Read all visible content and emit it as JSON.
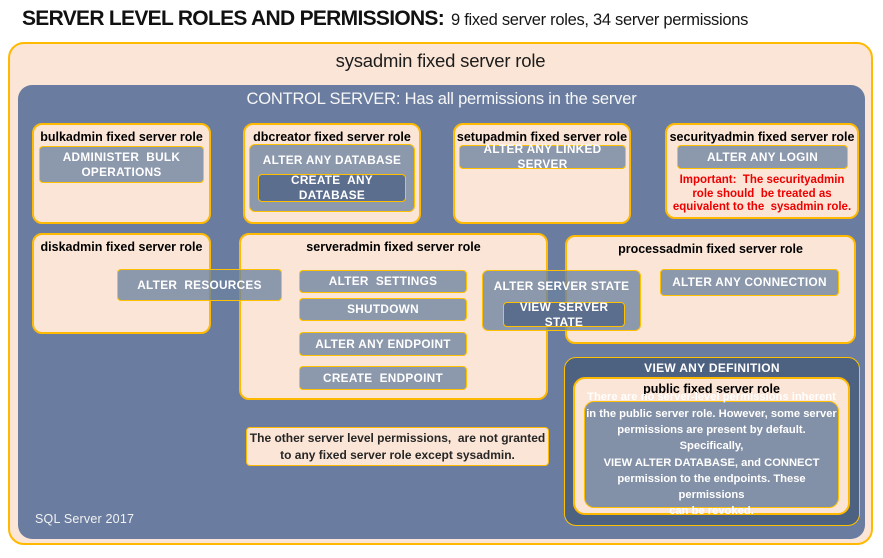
{
  "header": {
    "title": "SERVER LEVEL ROLES AND PERMISSIONS:",
    "subtitle": "9 fixed server roles, 34 server permissions"
  },
  "sysadmin": {
    "title": "sysadmin fixed server  role"
  },
  "control_server": {
    "title": "CONTROL SERVER: Has all permissions in the server",
    "footer": "SQL Server  2017"
  },
  "roles": {
    "bulkadmin": {
      "title": "bulkadmin  fixed server role",
      "perm_administer_bulk": "ADMINISTER  BULK\nOPERATIONS"
    },
    "dbcreator": {
      "title": "dbcreator fixed server role",
      "perm_alter_any_database": "ALTER ANY DATABASE",
      "perm_create_any_database": "CREATE  ANY DATABASE"
    },
    "setupadmin": {
      "title": "setupadmin fixed server role",
      "perm_alter_any_linked_server": "ALTER ANY LINKED SERVER"
    },
    "securityadmin": {
      "title": "securityadmin  fixed server role",
      "perm_alter_any_login": "ALTER ANY LOGIN",
      "warning": "Important:  The securityadmin\nrole should  be treated as\nequivalent to the  sysadmin role."
    },
    "diskadmin": {
      "title": "diskadmin  fixed server role",
      "perm_alter_resources": "ALTER  RESOURCES"
    },
    "serveradmin": {
      "title": "serveradmin fixed server role",
      "perm_alter_settings": "ALTER  SETTINGS",
      "perm_shutdown": "SHUTDOWN",
      "perm_alter_any_endpoint": "ALTER ANY ENDPOINT",
      "perm_create_endpoint": "CREATE  ENDPOINT",
      "perm_alter_server_state": "ALTER  SERVER  STATE",
      "perm_view_server_state": "VIEW  SERVER  STATE"
    },
    "processadmin": {
      "title": "processadmin  fixed server role",
      "perm_alter_any_connection": "ALTER ANY CONNECTION"
    },
    "public": {
      "panel_label": "VIEW ANY DEFINITION",
      "title": "public  fixed server role",
      "note": "There are no server-level permissions inherent\nin the public server role. However, some server\npermissions are present by default. Specifically,\nVIEW ALTER DATABASE, and CONNECT\npermission to the endpoints. These permissions\ncan be revoked."
    }
  },
  "notes": {
    "other_permissions": "The other server level permissions,  are not granted\nto any fixed server role except sysadmin."
  },
  "colors": {
    "gold_border": "#FFC000",
    "peach_fill": "#FBE5D6",
    "control_panel": "#6A7DA0",
    "chip_fill": "#8A97AF",
    "chip_dark_fill": "#5C6E8E",
    "definition_panel": "#4D6180",
    "warning_red": "#EE0000"
  }
}
